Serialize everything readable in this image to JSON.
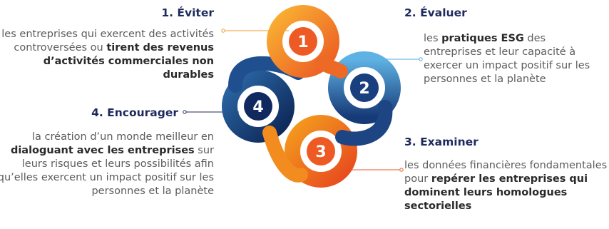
{
  "steps": [
    {
      "number": "1",
      "title": "1. Éviter",
      "text_parts": [
        {
          "text": "les entreprises qui exercent des activités controversées ou ",
          "bold": false
        },
        {
          "text": "tirent des revenus d’activités commerciales non durables",
          "bold": true
        }
      ]
    },
    {
      "number": "2",
      "title": "2. Évaluer",
      "text_parts": [
        {
          "text": "les ",
          "bold": false
        },
        {
          "text": "pratiques ESG",
          "bold": true
        },
        {
          "text": " des entreprises et leur capacité à exercer un impact positif sur les personnes et la planète",
          "bold": false
        }
      ]
    },
    {
      "number": "3",
      "title": "3. Examiner",
      "text_parts": [
        {
          "text": "les données financières fondamentales pour ",
          "bold": false
        },
        {
          "text": "repérer les entreprises qui dominent leurs homologues sectorielles",
          "bold": true
        }
      ]
    },
    {
      "number": "4",
      "title": "4. Encourager",
      "text_parts": [
        {
          "text": "la création d’un monde meilleur en ",
          "bold": false
        },
        {
          "text": "dialoguant avec les entreprises",
          "bold": true
        },
        {
          "text": " sur leurs risques et leurs possibilités afin qu’elles exercent un impact positif sur les personnes et la planète",
          "bold": false
        }
      ]
    }
  ],
  "colors": {
    "title": "#1e2a5e",
    "text": "#5c5c5c",
    "orange_light": "#f7a21b",
    "orange_dark": "#ee5a24",
    "blue_light": "#4da3d9",
    "blue_dark": "#10295e",
    "connector_orange": "#f39a2e",
    "connector_blue": "#5aa9dc"
  }
}
